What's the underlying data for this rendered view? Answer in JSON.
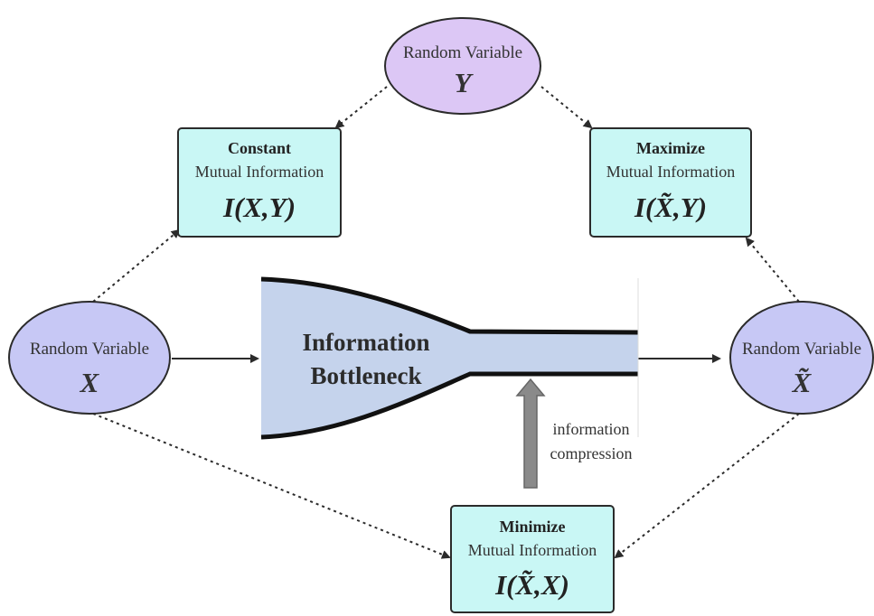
{
  "nodes": {
    "y": {
      "label": "Random Variable",
      "symbol": "Y"
    },
    "x": {
      "label": "Random Variable",
      "symbol": "X"
    },
    "x_tilde": {
      "label": "Random Variable",
      "symbol": "X̃"
    }
  },
  "boxes": {
    "constant": {
      "heading": "Constant",
      "subtitle": "Mutual Information",
      "formula": "I(X,Y)"
    },
    "maximize": {
      "heading": "Maximize",
      "subtitle": "Mutual Information",
      "formula": "I(X̃,Y)"
    },
    "minimize": {
      "heading": "Minimize",
      "subtitle": "Mutual Information",
      "formula": "I(X̃,X)"
    }
  },
  "bottleneck": {
    "line1": "Information",
    "line2": "Bottleneck"
  },
  "compression": {
    "line1": "information",
    "line2": "compression"
  },
  "colors": {
    "ellipse_y_fill": "#dcc7f5",
    "ellipse_x_fill": "#c7c8f5",
    "box_fill": "#c9f7f5",
    "bottleneck_fill": "#c5d3ec",
    "stroke": "#2b2b2b",
    "compression_arrow": "#8a8a8a"
  }
}
